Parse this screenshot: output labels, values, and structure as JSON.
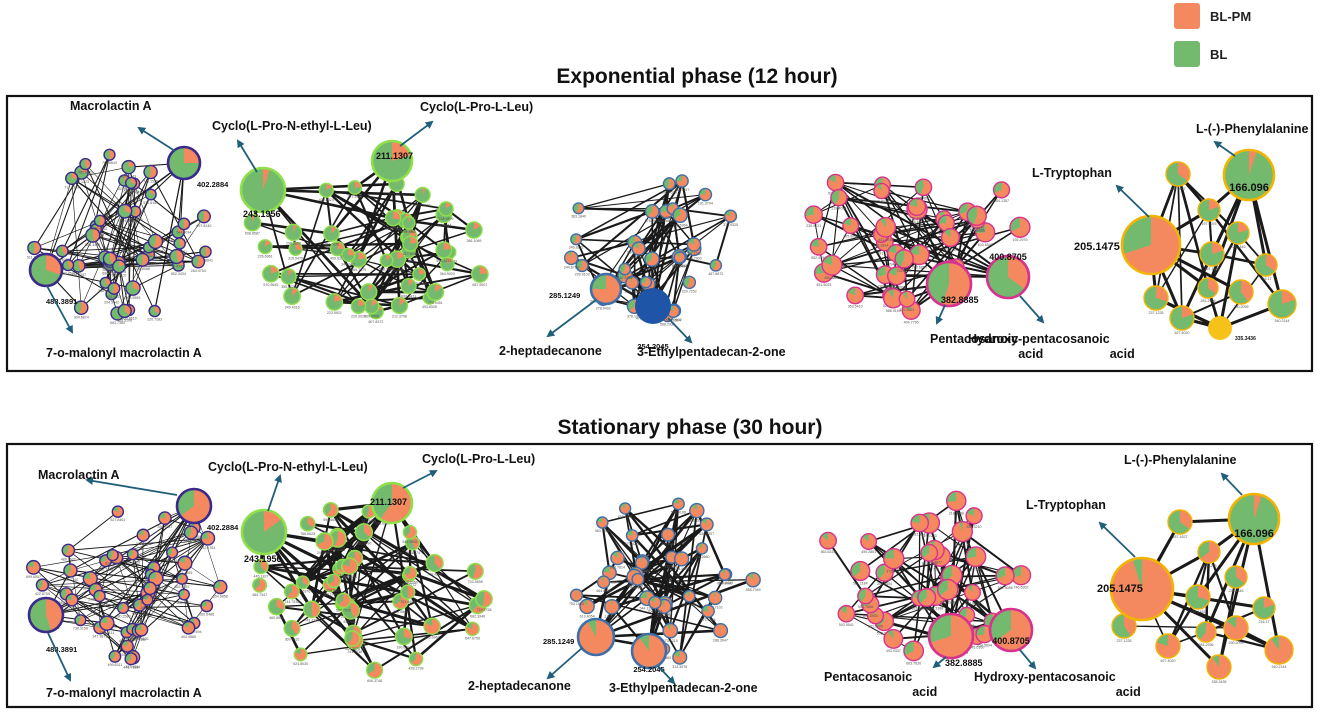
{
  "colors": {
    "bl_pm": "#f4895f",
    "bl": "#74ba6e",
    "arrow": "#1f5f7a",
    "frame": "#111111",
    "net1_border": "#3a2a8c",
    "net2_border": "#8ee04a",
    "net3_border": "#3f6fa8",
    "net3_dark_node": "#1e55a6",
    "net4_border": "#d8328f",
    "net5_border": "#f2b400",
    "net5_gold_node": "#f6c21a",
    "net2_lime_node": "#6fe02a"
  },
  "legend": {
    "items": [
      {
        "label": "BL-PM",
        "color": "#f4895f"
      },
      {
        "label": "BL",
        "color": "#74ba6e"
      }
    ]
  },
  "panels": [
    {
      "title": "Exponential phase (12 hour)",
      "networks": [
        {
          "key": "n1",
          "nodes": [
            {
              "label": "402.2884",
              "pm": 0.25,
              "role": "hub"
            },
            {
              "label": "488.3891",
              "pm": 0.3,
              "role": "hub"
            }
          ],
          "callouts": [
            "Macrolactin A",
            "7-o-malonyl macrolactin A"
          ]
        },
        {
          "key": "n2",
          "nodes": [
            {
              "label": "211.1307",
              "pm": 0.2,
              "role": "hub"
            },
            {
              "label": "243.1956",
              "pm": 0.05,
              "role": "hub"
            }
          ],
          "callouts": [
            "Cyclo(L-Pro-N-ethyl-L-Leu)",
            "Cyclo(L-Pro-L-Leu)"
          ]
        },
        {
          "key": "n3",
          "nodes": [
            {
              "label": "285.1249",
              "pm": 0.75,
              "role": "hub"
            },
            {
              "label": "254.2045",
              "pm": 0,
              "role": "dark"
            }
          ],
          "callouts": [
            "2-heptadecanone",
            "3-Ethylpentadecan-2-one"
          ]
        },
        {
          "key": "n4",
          "nodes": [
            {
              "label": "382.8885",
              "pm": 0.55,
              "role": "hub"
            },
            {
              "label": "400.8705",
              "pm": 0.35,
              "role": "hub"
            }
          ],
          "callouts": [
            "Pentacosanoic acid",
            "Hydroxy-pentacosanoic acid"
          ]
        },
        {
          "key": "n5",
          "nodes": [
            {
              "label": "166.096",
              "pm": 0.05,
              "role": "hub"
            },
            {
              "label": "205.1475",
              "pm": 0.7,
              "role": "hub"
            },
            {
              "label": "335.3436",
              "pm": 0,
              "role": "gold"
            }
          ],
          "callouts": [
            "L-(-)-Phenylalanine",
            "L-Tryptophan"
          ]
        }
      ]
    },
    {
      "title": "Stationary phase (30 hour)",
      "networks": [
        {
          "key": "n1",
          "nodes": [
            {
              "label": "402.2884",
              "pm": 0.65,
              "role": "hub"
            },
            {
              "label": "488.3891",
              "pm": 0.45,
              "role": "hub"
            }
          ],
          "callouts": [
            "Macrolactin A",
            "7-o-malonyl macrolactin A"
          ]
        },
        {
          "key": "n2",
          "nodes": [
            {
              "label": "211.1307",
              "pm": 0.6,
              "role": "hub"
            },
            {
              "label": "243.1956",
              "pm": 0.15,
              "role": "hub"
            }
          ],
          "callouts": [
            "Cyclo(L-Pro-N-ethyl-L-Leu)",
            "Cyclo(L-Pro-L-Leu)"
          ]
        },
        {
          "key": "n3",
          "nodes": [
            {
              "label": "285.1249",
              "pm": 0.92,
              "role": "hub"
            },
            {
              "label": "254.2045",
              "pm": 0.9,
              "role": "hub"
            }
          ],
          "callouts": [
            "2-heptadecanone",
            "3-Ethylpentadecan-2-one"
          ]
        },
        {
          "key": "n4",
          "nodes": [
            {
              "label": "382.8885",
              "pm": 0.7,
              "role": "hub"
            },
            {
              "label": "400.8705",
              "pm": 0.65,
              "role": "hub"
            }
          ],
          "callouts": [
            "Pentacosanoic acid",
            "Hydroxy-pentacosanoic acid"
          ]
        },
        {
          "key": "n5",
          "nodes": [
            {
              "label": "166.096",
              "pm": 0.05,
              "role": "hub"
            },
            {
              "label": "205.1475",
              "pm": 0.95,
              "role": "hub"
            }
          ],
          "callouts": [
            "L-(-)-Phenylalanine",
            "L-Tryptophan"
          ]
        }
      ]
    }
  ]
}
